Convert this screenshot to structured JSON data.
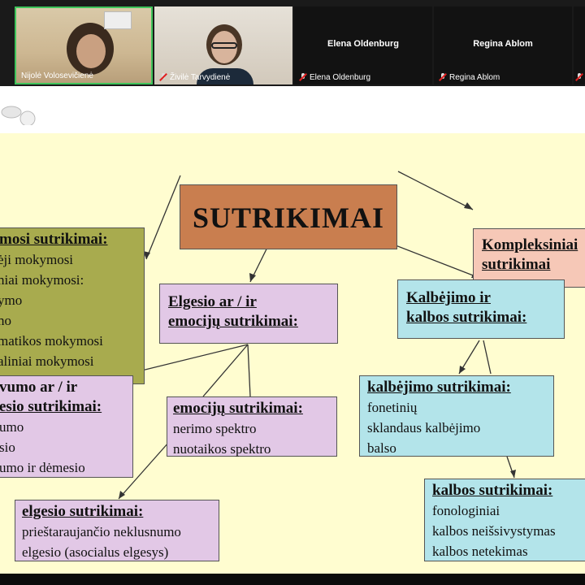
{
  "participants": [
    {
      "name": "Nijolė Volosevičienė",
      "muted": false
    },
    {
      "name": "Živilė Tarvydienė",
      "muted": true
    },
    {
      "name": "Elena Oldenburg",
      "muted": true,
      "display": "Elena Oldenburg"
    },
    {
      "name": "Regina Ablom",
      "muted": true,
      "display": "Regina Ablom"
    }
  ],
  "slide": {
    "title": "SUTRIKIMAI",
    "learning": {
      "heading": "mosi sutrikimai:",
      "items": [
        "ėji mokymosi",
        "niai mokymosi:",
        "ymo",
        "no",
        "matikos mokymosi",
        "aliniai mokymosi"
      ]
    },
    "complex": {
      "line1": "Kompleksiniai",
      "line2": "sutrikimai"
    },
    "behavior_emotion": {
      "line1": "Elgesio ar / ir",
      "line2": "emocijų sutrikimai:"
    },
    "speech_language": {
      "line1": "Kalbėjimo ir",
      "line2": "kalbos sutrikimai:"
    },
    "attention": {
      "line1": "vumo ar / ir",
      "line2": "esio sutrikimai:",
      "items": [
        "umo",
        "sio",
        "umo ir dėmesio"
      ]
    },
    "emotion": {
      "heading": "emocijų sutrikimai:",
      "items": [
        "nerimo spektro",
        "nuotaikos spektro"
      ]
    },
    "behavior": {
      "heading": "elgesio sutrikimai:",
      "items": [
        "prieštaraujančio neklusnumo",
        "elgesio (asocialus elgesys)"
      ]
    },
    "speaking": {
      "heading": "kalbėjimo sutrikimai:",
      "items": [
        "fonetinių",
        "sklandaus kalbėjimo",
        "balso"
      ]
    },
    "language": {
      "heading": "kalbos sutrikimai:",
      "items": [
        "fonologiniai",
        "kalbos neišsivystymas",
        "kalbos netekimas"
      ]
    }
  },
  "colors": {
    "active_speaker": "#3ec45b",
    "muted": "#e02020",
    "slide_bg": "#fffdd0"
  }
}
